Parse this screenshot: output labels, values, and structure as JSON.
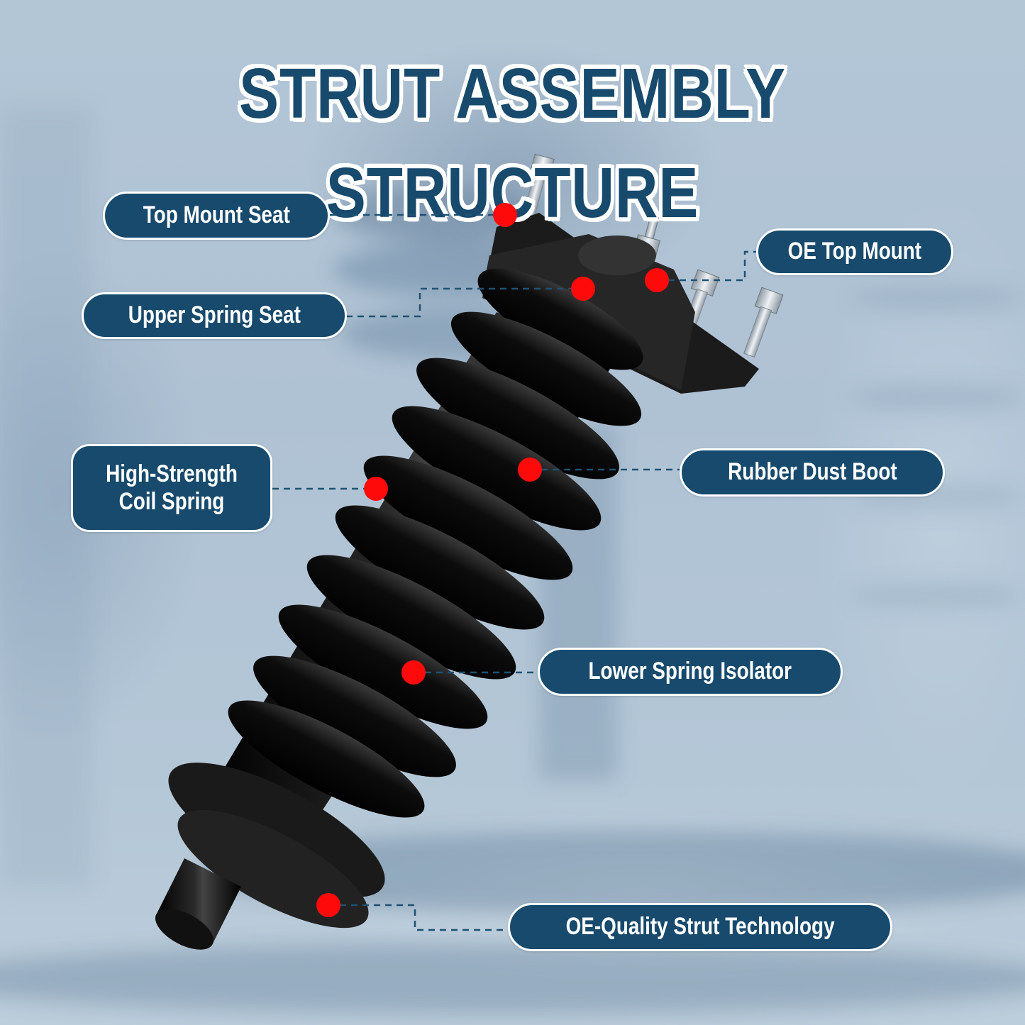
{
  "title": "STRUT ASSEMBLY STRUCTURE",
  "colors": {
    "title_fill": "#174a6c",
    "title_outline": "#ffffff",
    "label_bg": "#174a6c",
    "label_border": "#ffffff",
    "label_text": "#ffffff",
    "marker_dot": "#ff0a0a",
    "connector": "#1e5274",
    "background": "#b3c6d6"
  },
  "callouts": [
    {
      "id": "top-mount-seat",
      "label": "Top Mount Seat"
    },
    {
      "id": "oe-top-mount",
      "label": "OE Top Mount"
    },
    {
      "id": "upper-spring-seat",
      "label": "Upper Spring Seat"
    },
    {
      "id": "high-strength-coil-spring",
      "label": "High-Strength Coil Spring"
    },
    {
      "id": "rubber-dust-boot",
      "label": "Rubber Dust Boot"
    },
    {
      "id": "lower-spring-isolator",
      "label": "Lower Spring Isolator"
    },
    {
      "id": "oe-quality-strut-technology",
      "label": "OE-Quality Strut Technology"
    }
  ]
}
